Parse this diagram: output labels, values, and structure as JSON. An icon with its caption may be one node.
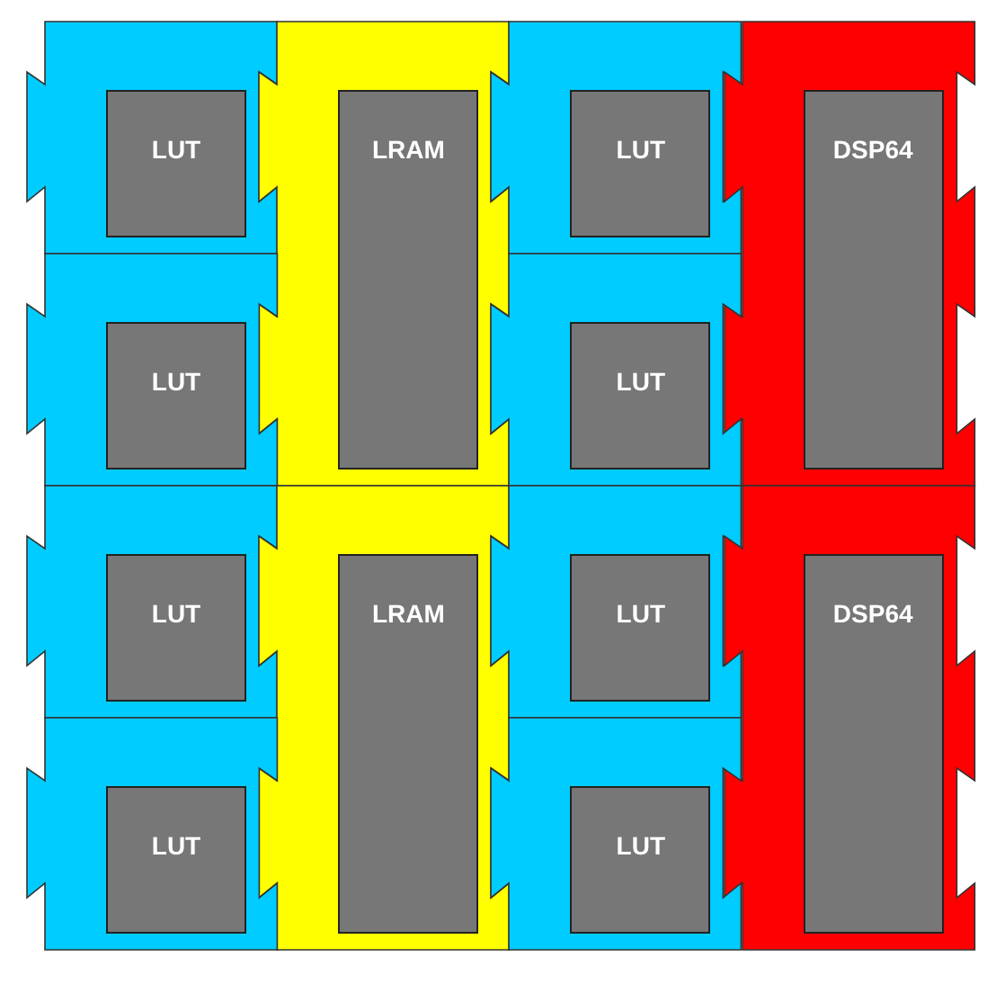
{
  "diagram": {
    "nodes": [
      {
        "text": [],
        "shape": "box"
      },
      {
        "text": [
          "LUT"
        ],
        "in": 0
      },
      {
        "text": [],
        "shape": "box"
      },
      {
        "text": [
          "LRAM"
        ],
        "in": 2
      },
      {
        "text": [],
        "shape": "box"
      },
      {
        "text": [
          "LUT"
        ],
        "in": 4
      },
      {
        "text": [],
        "shape": "box"
      },
      {
        "text": [
          "DSP64"
        ],
        "in": 6
      },
      {
        "text": [],
        "shape": "box"
      },
      {
        "text": [
          "LUT"
        ],
        "in": 8
      },
      {
        "text": [],
        "shape": "box"
      },
      {
        "text": [
          "LUT"
        ],
        "in": 10
      },
      {
        "text": [],
        "shape": "box"
      },
      {
        "text": [
          "LUT"
        ],
        "in": 12
      },
      {
        "text": [],
        "shape": "box"
      },
      {
        "text": [
          "LRAM"
        ],
        "in": 14
      },
      {
        "text": [],
        "shape": "box"
      },
      {
        "text": [
          "LUT"
        ],
        "in": 16
      },
      {
        "text": [],
        "shape": "box"
      },
      {
        "text": [
          "DSP64"
        ],
        "in": 18
      },
      {
        "text": [],
        "shape": "box"
      },
      {
        "text": [
          "LUT"
        ],
        "in": 20
      },
      {
        "text": [],
        "shape": "box"
      },
      {
        "text": [
          "LUT"
        ],
        "in": 22
      }
    ],
    "edges": []
  }
}
